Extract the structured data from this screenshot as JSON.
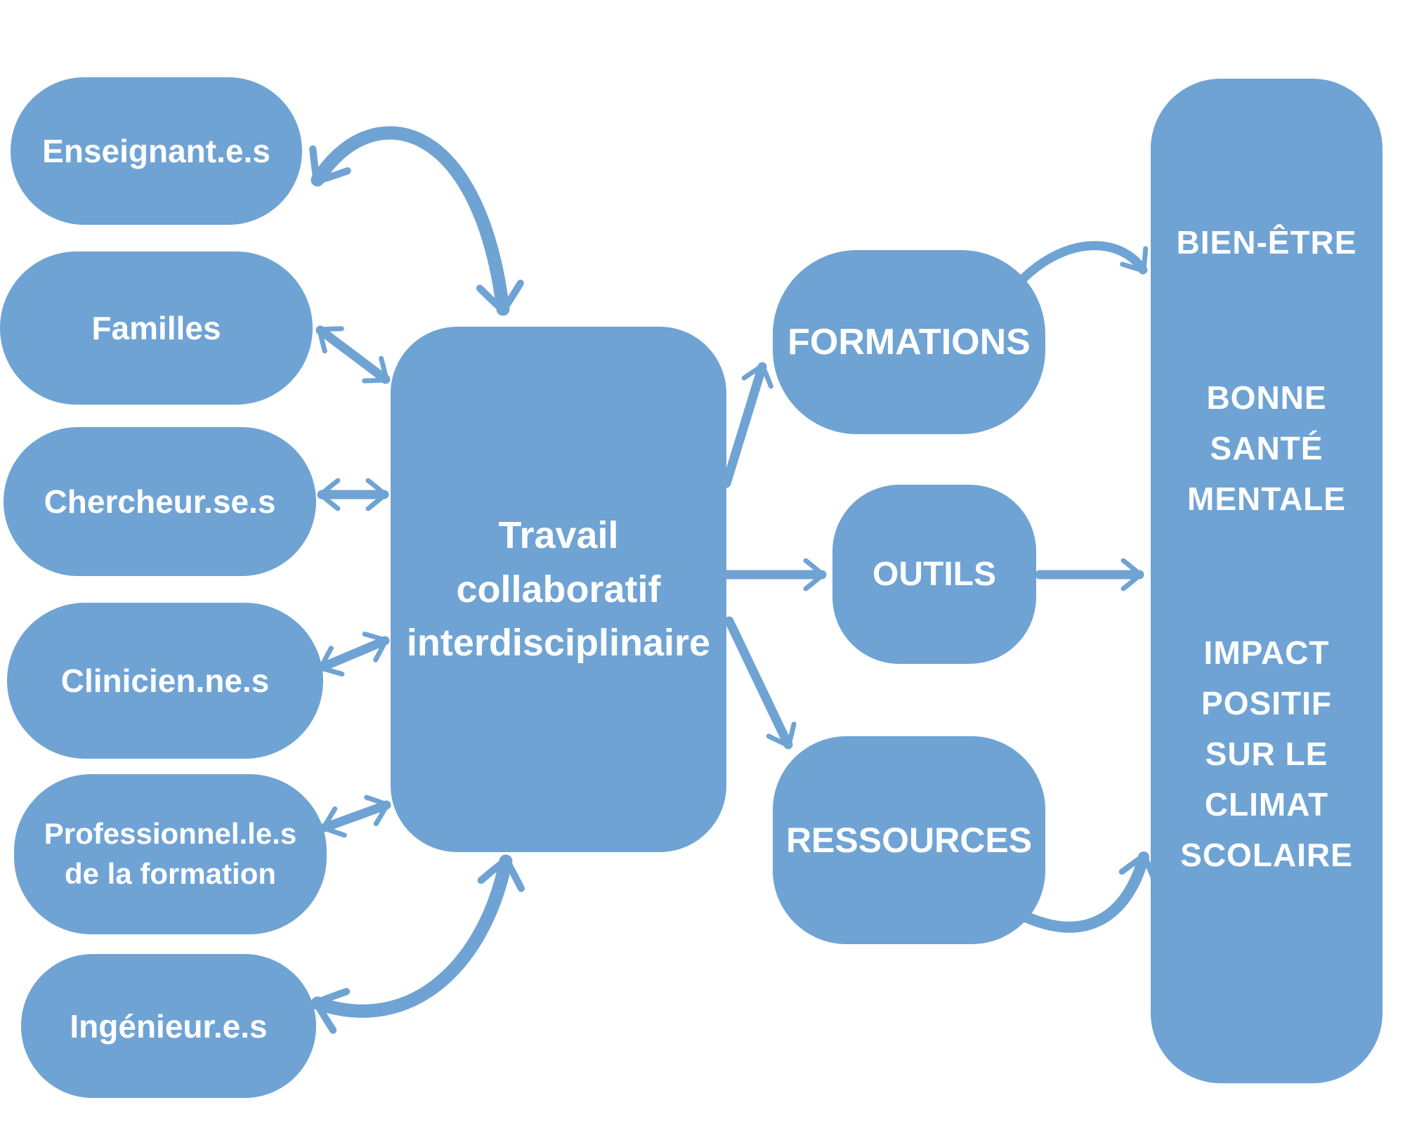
{
  "diagram": {
    "colors": {
      "accent": "#6FA3D4",
      "text": "#FFFFFF",
      "background": "#FFFFFF"
    },
    "left_nodes": [
      {
        "label": "Enseignant.e.s"
      },
      {
        "label": "Familles"
      },
      {
        "label": "Chercheur.se.s"
      },
      {
        "label": "Clinicien.ne.s"
      },
      {
        "label": "Professionnel.le.s de la formation",
        "line1": "Professionnel.le.s",
        "line2": "de la formation"
      },
      {
        "label": "Ingénieur.e.s"
      }
    ],
    "center_node": {
      "line1": "Travail",
      "line2": "collaboratif",
      "line3": "interdisciplinaire"
    },
    "process_nodes": {
      "formations": "FORMATIONS",
      "outils": "OUTILS",
      "ressources": "RESSOURCES"
    },
    "outcomes": {
      "g1l1": "BIEN-ÊTRE",
      "g2l1": "BONNE",
      "g2l2": "SANTÉ",
      "g2l3": "MENTALE",
      "g3l1": "IMPACT",
      "g3l2": "POSITIF",
      "g3l3": "SUR LE",
      "g3l4": "CLIMAT",
      "g3l5": "SCOLAIRE"
    }
  }
}
